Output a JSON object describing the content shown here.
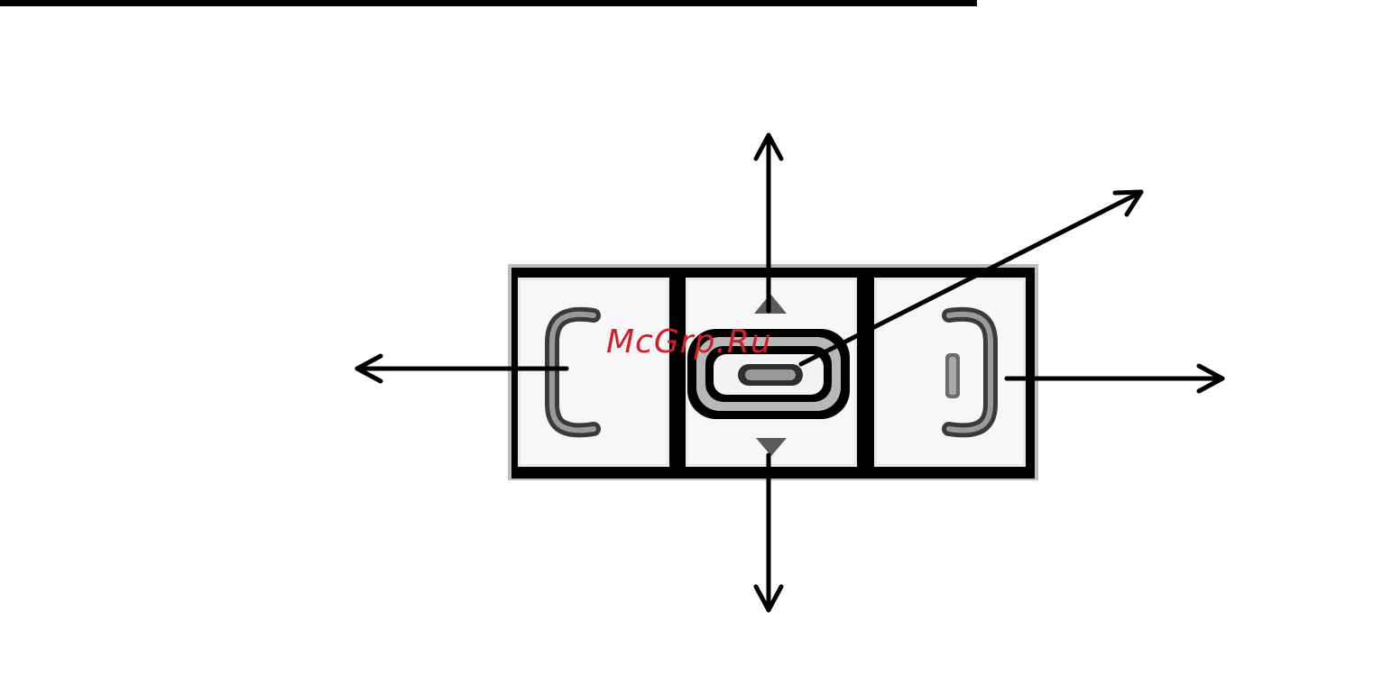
{
  "diagram": {
    "type": "navigation-control-directions",
    "buttons": [
      "left-bracket",
      "center-joystick",
      "right-bracket"
    ],
    "arrows": [
      "up",
      "down",
      "left",
      "right",
      "up-right"
    ]
  },
  "watermark": {
    "text": "McGrp.Ru",
    "color": "#d0202a"
  }
}
